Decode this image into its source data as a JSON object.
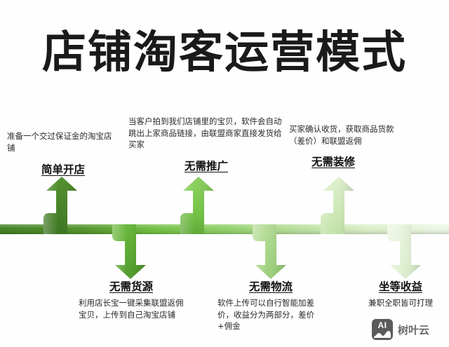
{
  "title": "店铺淘客运营模式",
  "colors": {
    "band_dark": "#3f7d1e",
    "band_mid": "#6fbf3f",
    "band_light": "#c9e6ae",
    "band_pale": "#edf6e4",
    "text_dark": "#1a1a1a",
    "watermark_gray": "#6a6a6a"
  },
  "flow": {
    "direction": "left-to-right",
    "top_nodes": [
      {
        "id": "node-1",
        "heading": "简单开店",
        "description": "准备一个交过保证金的淘宝店铺",
        "arrow": "up-arrow",
        "arrow_color": "#3f7d1e"
      },
      {
        "id": "node-2",
        "heading": "无需推广",
        "description": "当客户拍到我们店铺里的宝贝，软件会自动跳出上家商品链接，由联盟商家直接发货给买家",
        "arrow": "up-arrow",
        "arrow_color": "#7dc94a"
      },
      {
        "id": "node-3",
        "heading": "无需装修",
        "description": "买家确认收货，获取商品货款（差价）和联盟返佣",
        "arrow": "up-arrow",
        "arrow_color": "#cfe9b6"
      }
    ],
    "bottom_nodes": [
      {
        "id": "node-4",
        "heading": "无需货源",
        "description": "利用店长宝一键采集联盟返佣宝贝，上传到自己淘宝店铺",
        "arrow": "down-arrow",
        "arrow_color": "#5aad2e"
      },
      {
        "id": "node-5",
        "heading": "无需物流",
        "description": "软件上传可以自行智能加差价，收益分为两部分，差价+佣金",
        "arrow": "down-arrow",
        "arrow_color": "#a9d98a"
      },
      {
        "id": "node-6",
        "heading": "坐等收益",
        "description": "兼职全职皆可打理",
        "arrow": "down-arrow",
        "arrow_color": "#e4f2d8"
      }
    ]
  },
  "watermark": {
    "badge_label": "AI",
    "text": "树叶云",
    "icon": "ai-mountain-icon"
  }
}
